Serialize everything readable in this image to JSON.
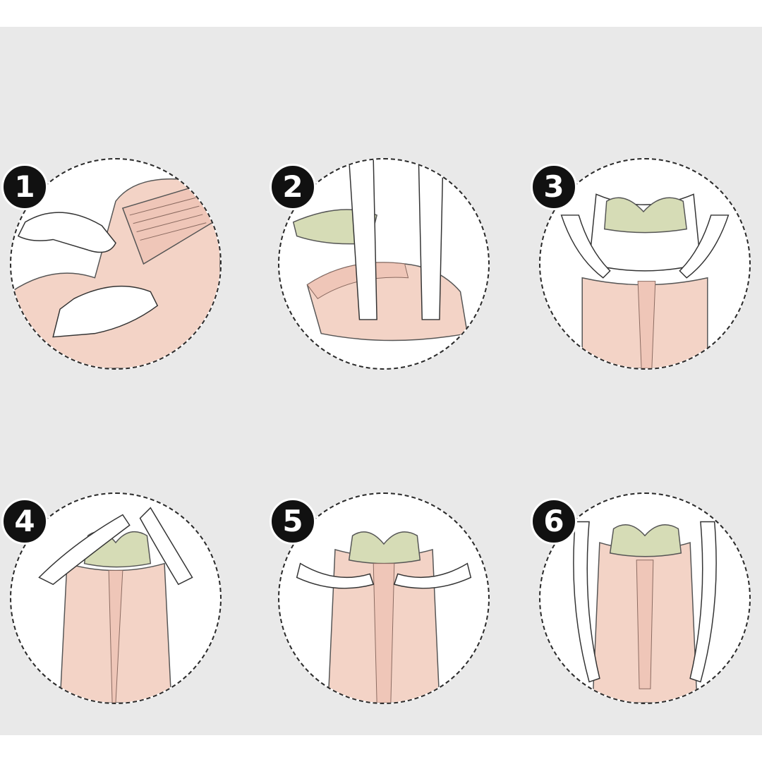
{
  "steps": [
    {
      "number": "1",
      "icon": "unzip-garment-illustration"
    },
    {
      "number": "2",
      "icon": "step-into-garment-illustration"
    },
    {
      "number": "3",
      "icon": "pull-up-garment-illustration"
    },
    {
      "number": "4",
      "icon": "straps-on-shoulders-illustration"
    },
    {
      "number": "5",
      "icon": "fasten-hooks-illustration"
    },
    {
      "number": "6",
      "icon": "adjust-fit-illustration"
    }
  ],
  "colors": {
    "background": "#e9e9e9",
    "skin_garment": "#f3d3c6",
    "bra": "#d6dcb6",
    "outline": "#555555",
    "badge": "#111111"
  }
}
